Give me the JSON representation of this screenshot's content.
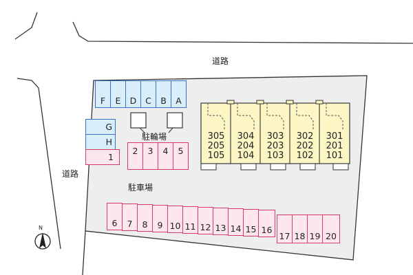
{
  "labels": {
    "road_top": "道路",
    "road_left": "道路",
    "bicycle_parking": "駐輪場",
    "car_parking": "駐車場",
    "compass_north": "N"
  },
  "parking_top": [
    "F",
    "E",
    "D",
    "C",
    "B",
    "A"
  ],
  "parking_left": [
    "G",
    "H",
    "1"
  ],
  "parking_mid": [
    "2",
    "3",
    "4",
    "5"
  ],
  "parking_bottom_left": [
    "6",
    "7",
    "8",
    "9",
    "10",
    "11",
    "12",
    "13",
    "14",
    "15",
    "16"
  ],
  "parking_bottom_right": [
    "17",
    "18",
    "19",
    "20"
  ],
  "building_units": [
    {
      "upper": "305",
      "middle": "205",
      "lower": "105"
    },
    {
      "upper": "304",
      "middle": "204",
      "lower": "104"
    },
    {
      "upper": "303",
      "middle": "203",
      "lower": "103"
    },
    {
      "upper": "302",
      "middle": "202",
      "lower": "102"
    },
    {
      "upper": "301",
      "middle": "201",
      "lower": "101"
    }
  ],
  "colors": {
    "lot": "#eeeeee",
    "building": "#fbf6c4",
    "blue_slot": "#d8eefb",
    "pink_slot": "#fde6ee"
  }
}
